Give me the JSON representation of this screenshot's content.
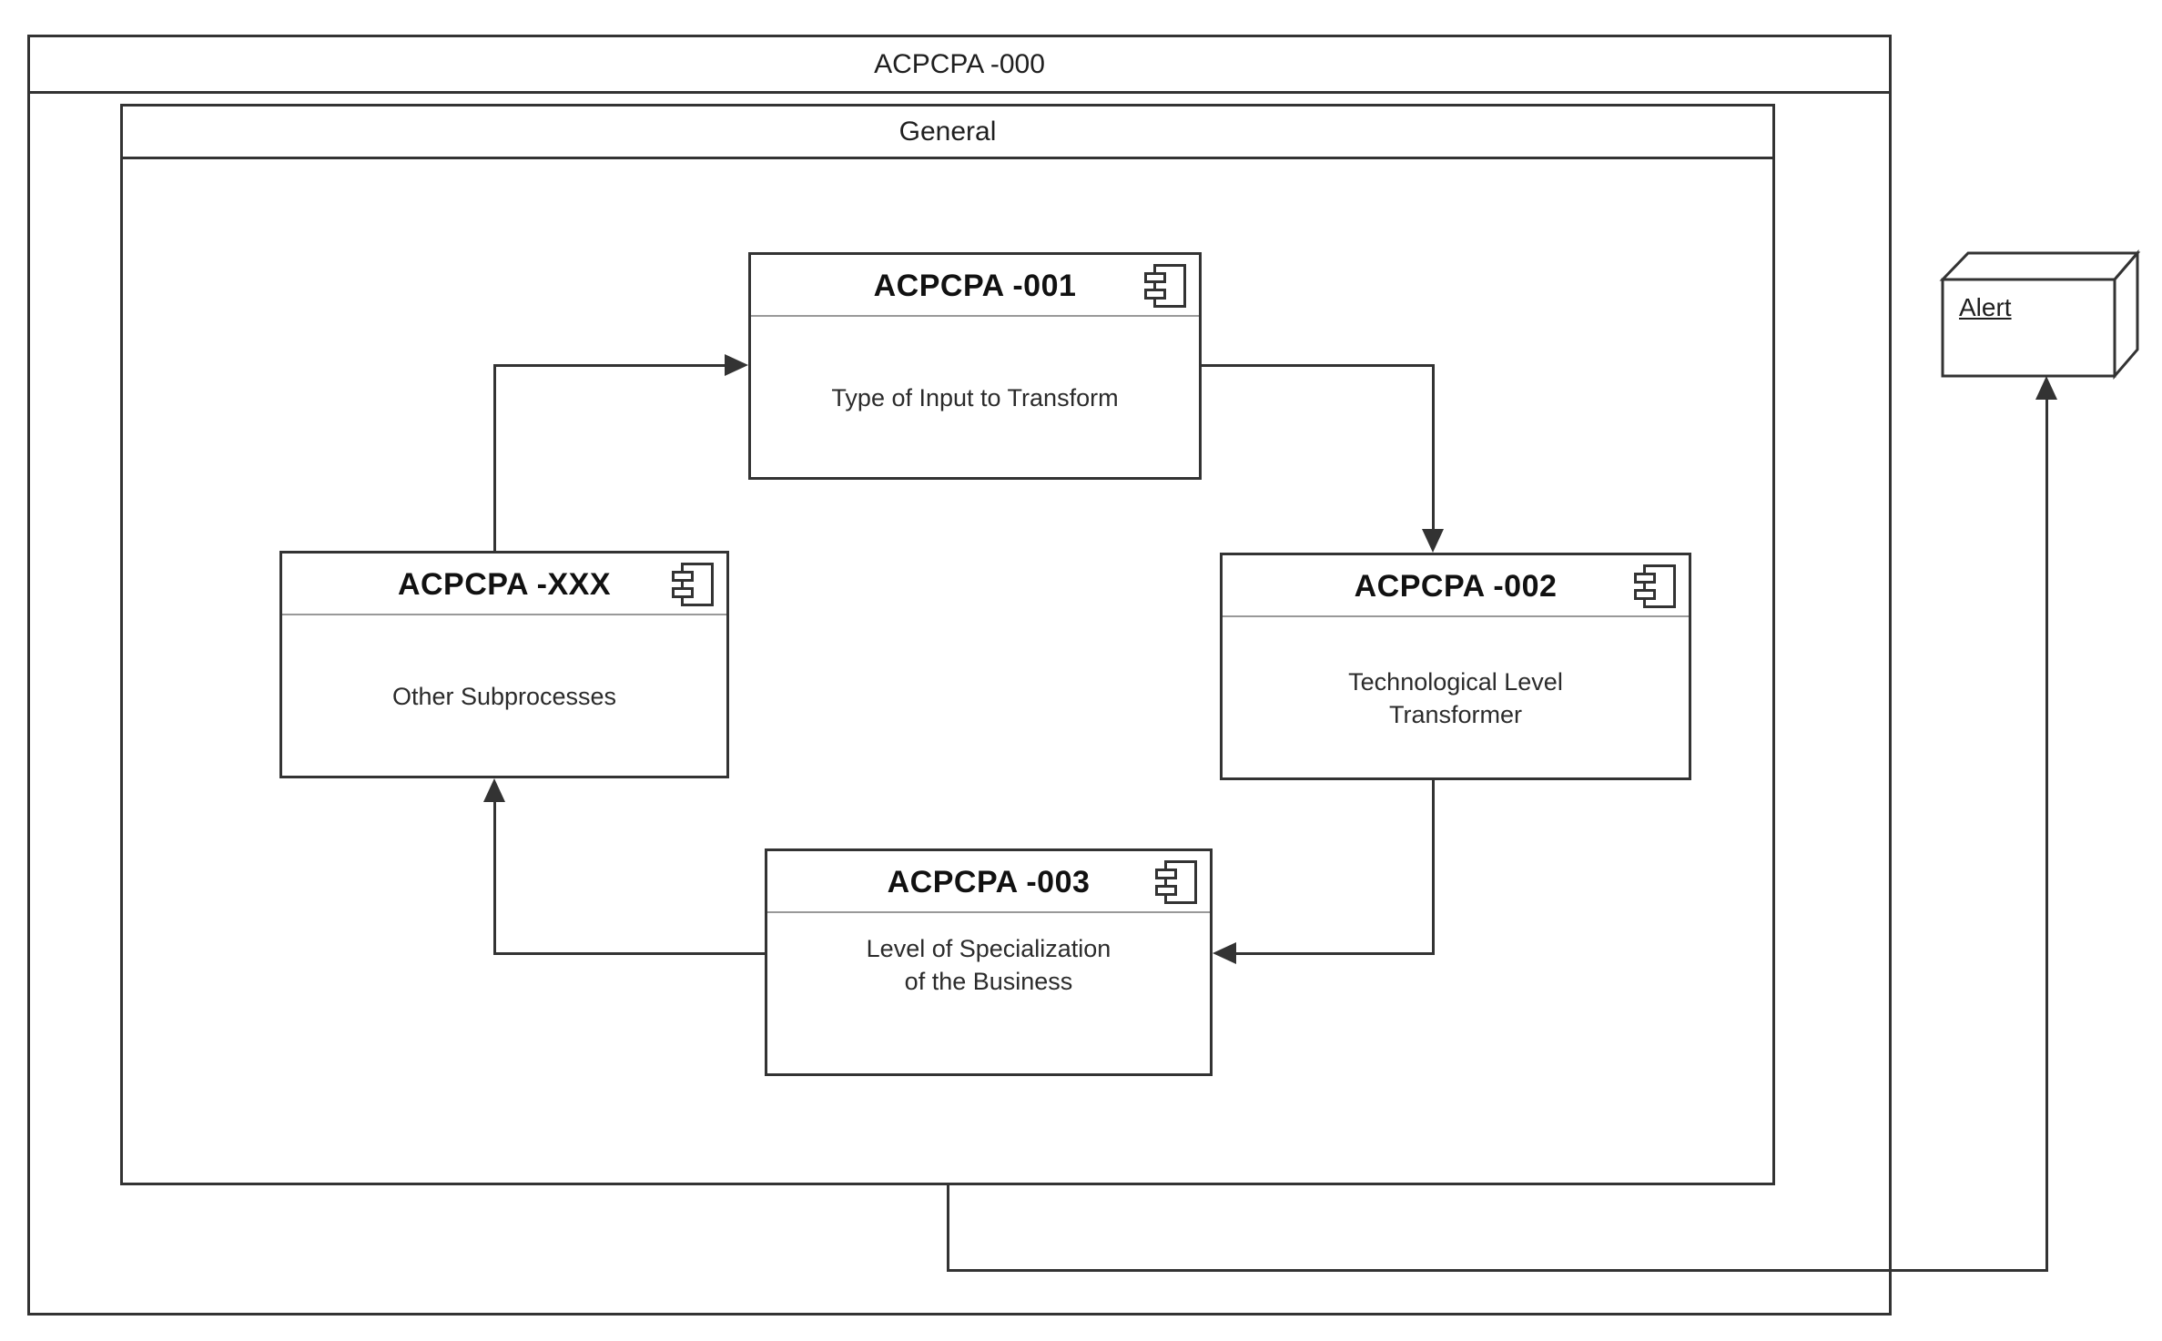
{
  "diagram": {
    "type": "uml-component-diagram",
    "frames": {
      "outer": {
        "title": "ACPCPA -000"
      },
      "inner": {
        "title": "General"
      }
    },
    "components": [
      {
        "id": "ACPCPA-001",
        "title": "ACPCPA -001",
        "body": "Type of Input to Transform"
      },
      {
        "id": "ACPCPA-XXX",
        "title": "ACPCPA -XXX",
        "body": "Other Subprocesses"
      },
      {
        "id": "ACPCPA-002",
        "title": "ACPCPA -002",
        "body": "Technological Level\nTransformer"
      },
      {
        "id": "ACPCPA-003",
        "title": "ACPCPA -003",
        "body": "Level of Specialization\nof the Business"
      }
    ],
    "nodes": [
      {
        "id": "Alert",
        "label": "Alert",
        "shape": "3d-box"
      }
    ],
    "edges": [
      {
        "from": "ACPCPA-XXX",
        "to": "ACPCPA-001",
        "style": "solid-arrow"
      },
      {
        "from": "ACPCPA-001",
        "to": "ACPCPA-002",
        "style": "solid-arrow"
      },
      {
        "from": "ACPCPA-002",
        "to": "ACPCPA-003",
        "style": "solid-arrow"
      },
      {
        "from": "ACPCPA-003",
        "to": "ACPCPA-XXX",
        "style": "solid-arrow"
      },
      {
        "from": "General",
        "to": "Alert",
        "style": "solid-arrow"
      }
    ],
    "colors": {
      "stroke": "#333333",
      "text": "#1a1a1a",
      "divider": "#999999",
      "background": "#ffffff"
    }
  }
}
